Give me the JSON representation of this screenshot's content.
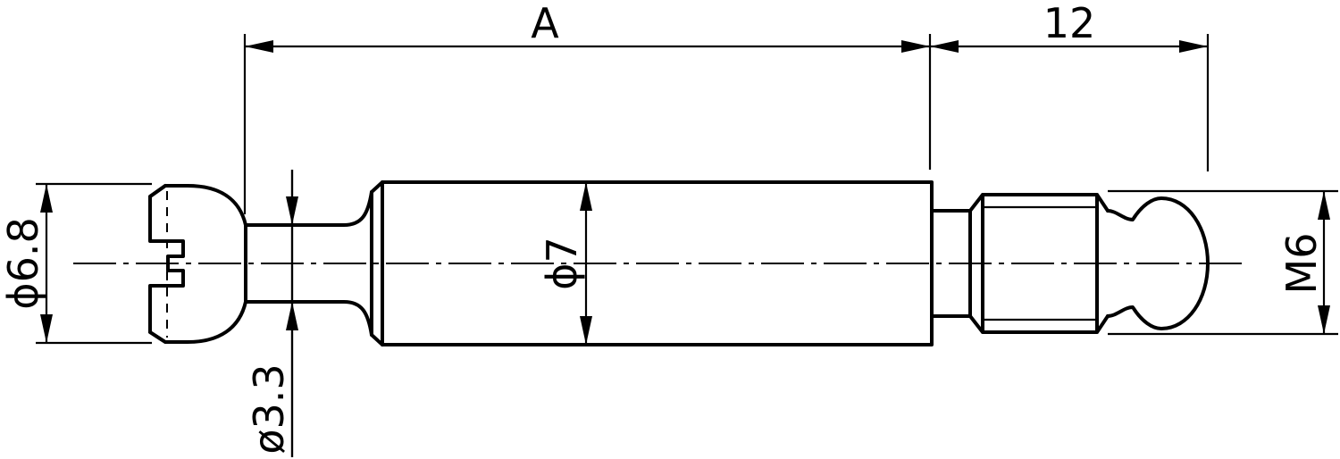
{
  "dimensions": {
    "length_a": "A",
    "thread_length": "12",
    "head_diameter": "ϕ6.8",
    "neck_diameter": "ø3.3",
    "body_diameter": "ϕ7",
    "thread_size": "M6"
  }
}
